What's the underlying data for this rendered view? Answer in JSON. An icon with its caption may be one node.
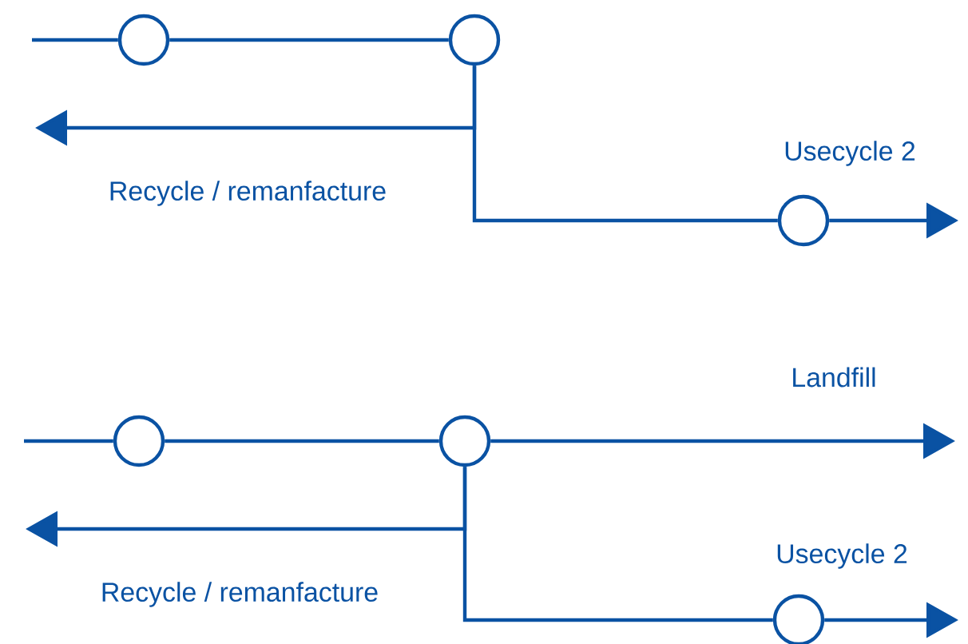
{
  "diagram": {
    "nodes": [
      {
        "text": [],
        "shape": "circle"
      },
      {
        "text": [],
        "shape": "circle"
      },
      {
        "text": [],
        "shape": "circle"
      },
      {
        "text": [],
        "shape": "circle"
      },
      {
        "text": [],
        "shape": "circle"
      },
      {
        "text": [],
        "shape": "circle"
      }
    ],
    "edges": [
      {
        "from": null,
        "to": 0,
        "arrow": "none"
      },
      {
        "from": 0,
        "to": 1,
        "arrow": "none"
      },
      {
        "from": 1,
        "to": null,
        "arrow": "to",
        "label": "Recycle / remanfacture"
      },
      {
        "from": 1,
        "to": 2,
        "arrow": "none"
      },
      {
        "from": 2,
        "to": null,
        "arrow": "to",
        "label": "Usecycle 2"
      },
      {
        "from": null,
        "to": 3,
        "arrow": "none"
      },
      {
        "from": 3,
        "to": 4,
        "arrow": "none"
      },
      {
        "from": 4,
        "to": null,
        "arrow": "to",
        "label": "Landfill"
      },
      {
        "from": 4,
        "to": null,
        "arrow": "to",
        "label": "Recycle / remanfacture"
      },
      {
        "from": 4,
        "to": 5,
        "arrow": "none"
      },
      {
        "from": 5,
        "to": null,
        "arrow": "to",
        "label": "Usecycle 2"
      }
    ]
  }
}
